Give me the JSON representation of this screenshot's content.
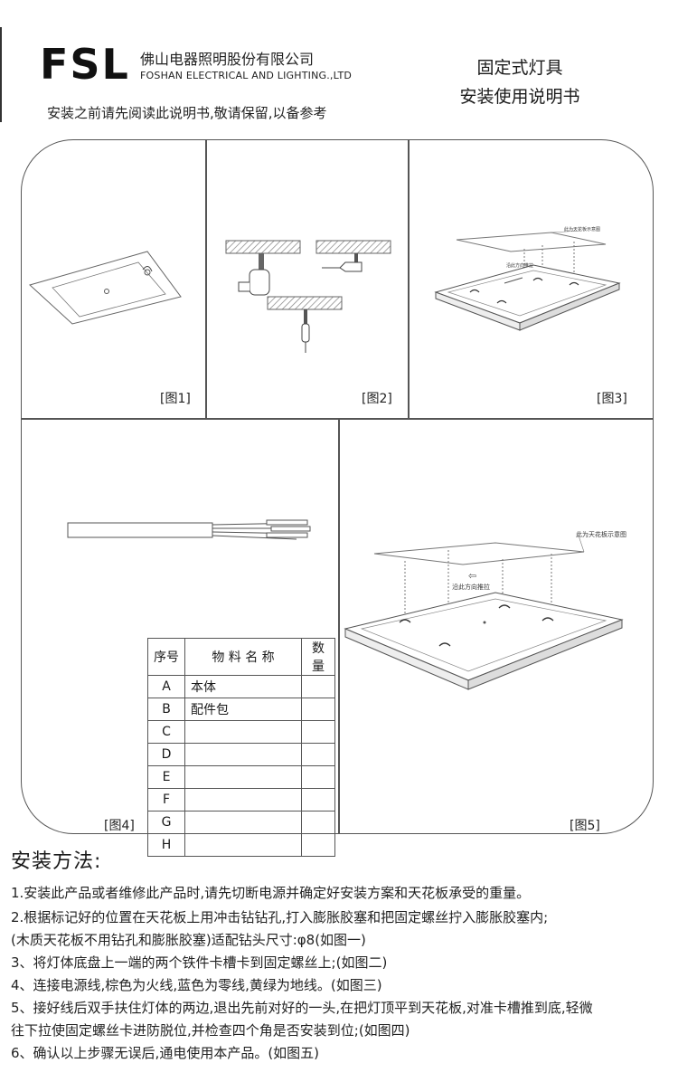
{
  "header": {
    "logo_text": "FSL",
    "company_cn": "佛山电器照明股份有限公司",
    "company_en": "FOSHAN ELECTRICAL AND LIGHTING.,LTD",
    "notice": "安装之前请先阅读此说明书,敬请保留,以备参考",
    "title_line1": "固定式灯具",
    "title_line2": "安装使用说明书"
  },
  "figures": {
    "fig1": "[图1]",
    "fig2": "[图2]",
    "fig3": "[图3]",
    "fig4": "[图4]",
    "fig5": "[图5]",
    "fig3_ceiling_note": "此为天花板示意图",
    "fig3_push_note": "沿此方向推拉",
    "fig5_ceiling_note": "此为天花板示意图",
    "fig5_push_note": "沿此方向推拉"
  },
  "parts_table": {
    "headers": [
      "序号",
      "物 料 名 称",
      "数量"
    ],
    "rows": [
      {
        "idx": "A",
        "name": "本体",
        "qty": ""
      },
      {
        "idx": "B",
        "name": "配件包",
        "qty": ""
      },
      {
        "idx": "C",
        "name": "",
        "qty": ""
      },
      {
        "idx": "D",
        "name": "",
        "qty": ""
      },
      {
        "idx": "E",
        "name": "",
        "qty": ""
      },
      {
        "idx": "F",
        "name": "",
        "qty": ""
      },
      {
        "idx": "G",
        "name": "",
        "qty": ""
      },
      {
        "idx": "H",
        "name": "",
        "qty": ""
      }
    ]
  },
  "method": {
    "title": "安装方法:",
    "lines": [
      "1.安装此产品或者维修此产品时,请先切断电源并确定好安装方案和天花板承受的重量。",
      "2.根据标记好的位置在天花板上用冲击钻钻孔,打入膨胀胶塞和把固定螺丝拧入膨胀胶塞内;",
      "(木质天花板不用钻孔和膨胀胶塞)适配钻头尺寸:φ8(如图一)",
      "3、将灯体底盘上一端的两个铁件卡槽卡到固定螺丝上;(如图二)",
      "4、连接电源线,棕色为火线,蓝色为零线,黄绿为地线。(如图三)",
      "5、接好线后双手扶住灯体的两边,退出先前对好的一头,在把灯顶平到天花板,对准卡槽推到底,轻微",
      "往下拉使固定螺丝卡进防脱位,并检查四个角是否安装到位;(如图四)",
      "6、确认以上步骤无误后,通电使用本产品。(如图五)"
    ]
  }
}
